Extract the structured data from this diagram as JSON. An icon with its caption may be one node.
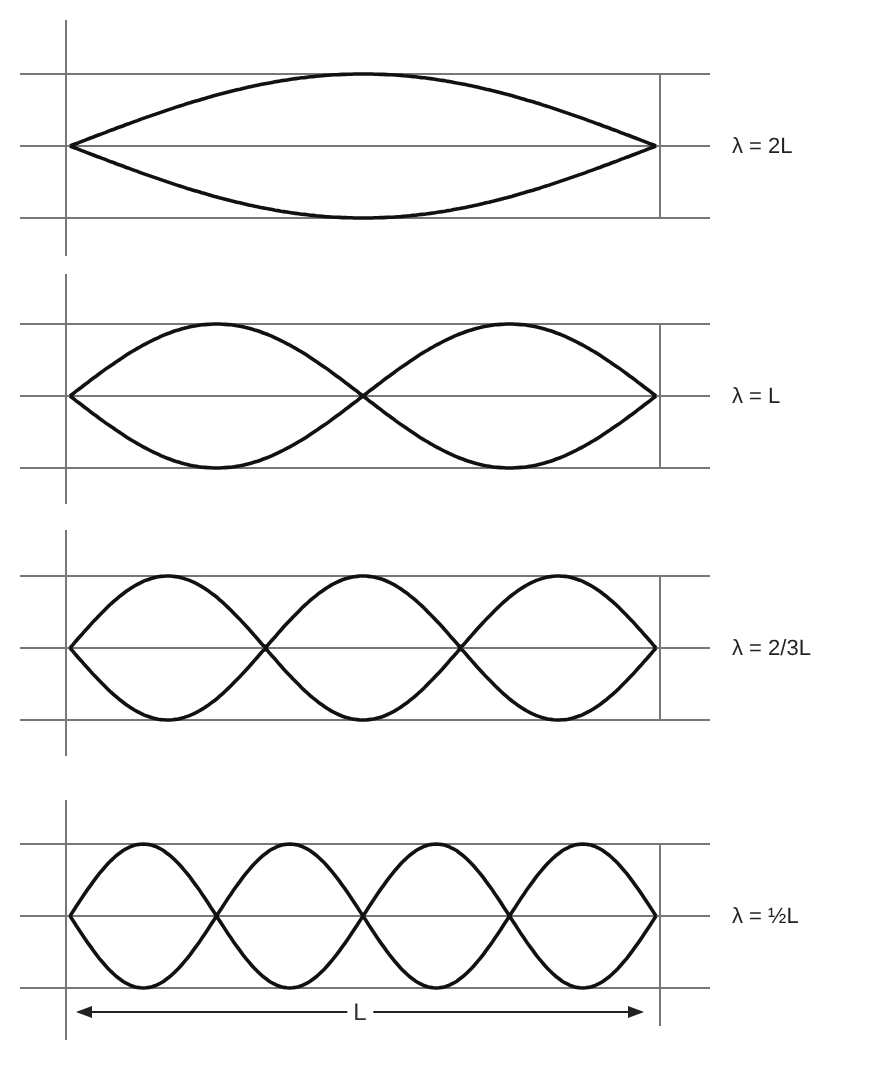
{
  "diagram": {
    "labels": [
      "λ = 2L",
      "λ = L",
      "λ = 2/3L",
      "λ = ½L",
      "L"
    ]
  }
}
